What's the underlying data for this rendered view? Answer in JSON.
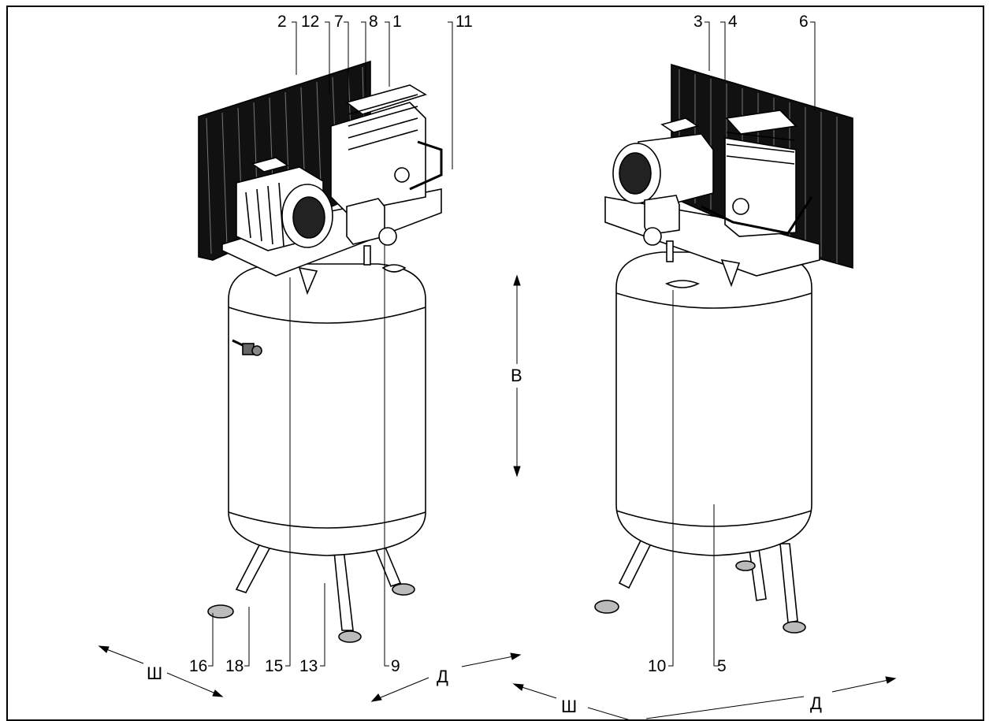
{
  "callouts_top_left": [
    "2",
    "12",
    "7",
    "8",
    "1",
    "11"
  ],
  "callouts_top_right": [
    "3",
    "4",
    "6"
  ],
  "callouts_bottom_left": [
    "16",
    "18",
    "15",
    "13",
    "9"
  ],
  "callouts_bottom_right": [
    "10",
    "5"
  ],
  "dimensions": {
    "height": "В",
    "width_left": "Ш",
    "depth_left": "Д",
    "width_right": "Ш",
    "depth_right": "Д"
  }
}
